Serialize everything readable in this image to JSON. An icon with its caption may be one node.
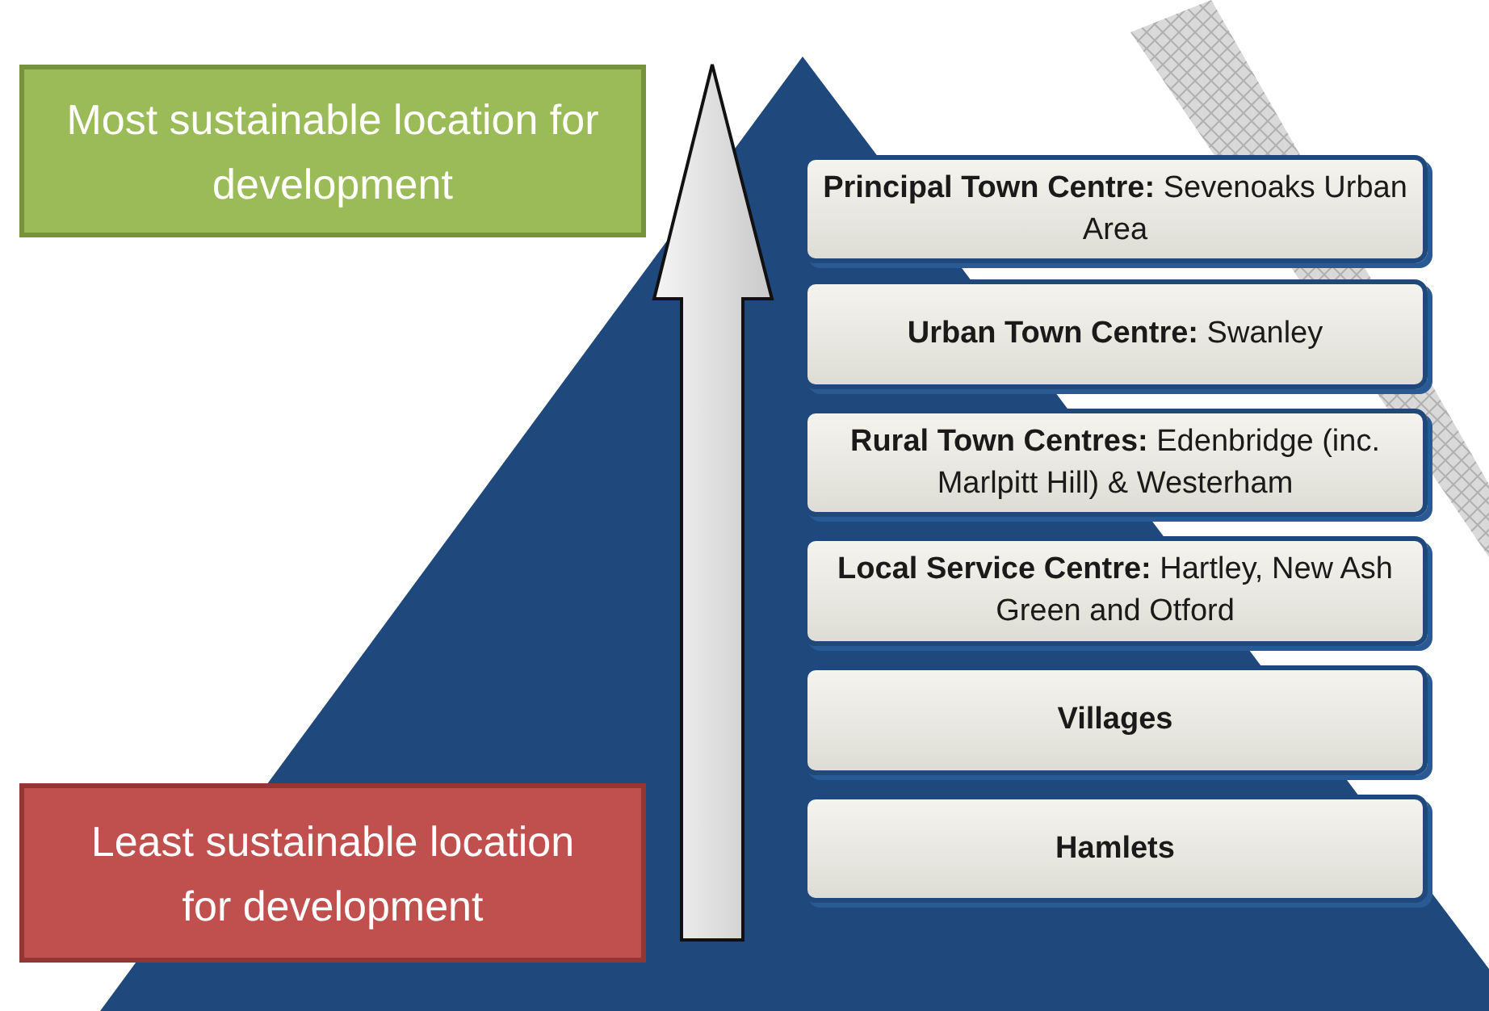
{
  "diagram": {
    "nodes": [
      {
        "text": [
          "Most sustainable location for development"
        ]
      },
      {
        "text": [
          "Least sustainable location for development"
        ]
      },
      {
        "text": [
          "**Principal Town Centre:** Sevenoaks Urban Area"
        ]
      },
      {
        "text": [
          "**Urban Town Centre:** Swanley"
        ]
      },
      {
        "text": [
          "**Rural Town Centres:** Edenbridge (inc. Marlpitt Hill) & Westerham"
        ]
      },
      {
        "text": [
          "**Local Service Centre:** Hartley, New Ash Green and Otford"
        ]
      },
      {
        "text": [
          "Villages"
        ]
      },
      {
        "text": [
          "Hamlets"
        ]
      }
    ]
  }
}
